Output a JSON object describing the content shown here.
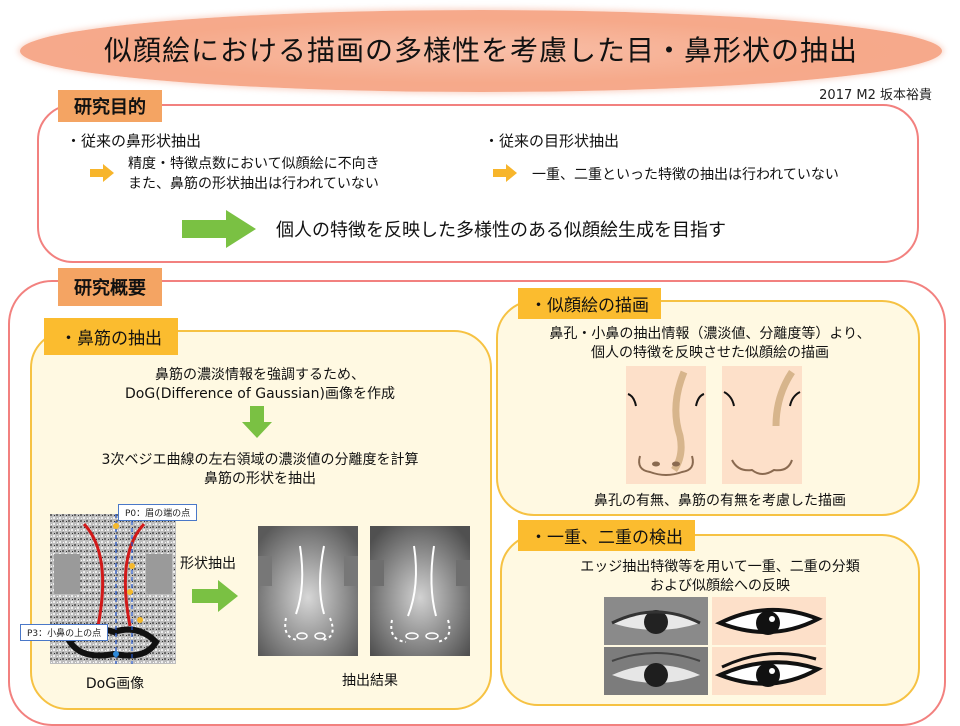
{
  "title": "似顔絵における描画の多様性を考慮した目・鼻形状の抽出",
  "author": "2017 M2 坂本裕貴",
  "purpose": {
    "label": "研究目的",
    "nose_heading": "・従来の鼻形状抽出",
    "nose_points": [
      "精度・特徴点数において似顔絵に不向き",
      "また、鼻筋の形状抽出は行われていない"
    ],
    "eye_heading": "・従来の目形状抽出",
    "eye_point": "一重、二重といった特徴の抽出は行われていない",
    "goal": "個人の特徴を反映した多様性のある似顔絵生成を目指す"
  },
  "overview": {
    "label": "研究概要",
    "nose_ridge": {
      "label": "・鼻筋の抽出",
      "step1": [
        "鼻筋の濃淡情報を強調するため、",
        "DoG(Difference of Gaussian)画像を作成"
      ],
      "step2": [
        "3次ベジエ曲線の左右領域の濃淡値の分離度を計算",
        "鼻筋の形状を抽出"
      ],
      "p0_tag": "P0：眉の端の点",
      "p3_tag": "P3：小鼻の上の点",
      "shape_extract": "形状抽出",
      "dog_caption": "DoG画像",
      "result_caption": "抽出結果"
    },
    "portrait": {
      "label": "・似顔絵の描画",
      "desc": [
        "鼻孔・小鼻の抽出情報（濃淡値、分離度等）より、",
        "個人の特徴を反映させた似顔絵の描画"
      ],
      "caption": "鼻孔の有無、鼻筋の有無を考慮した描画"
    },
    "eyelid": {
      "label": "・一重、二重の検出",
      "desc": [
        "エッジ抽出特徴等を用いて一重、二重の分類",
        "および似顔絵への反映"
      ]
    }
  },
  "colors": {
    "title_oval": "#f5a98e",
    "section_border": "#f2817f",
    "label_orange": "#f4a463",
    "yellow_border": "#f6c243",
    "yellow_fill": "#fff9e2",
    "arrow_yellow": "#f7b52b",
    "arrow_green": "#7ac143"
  }
}
